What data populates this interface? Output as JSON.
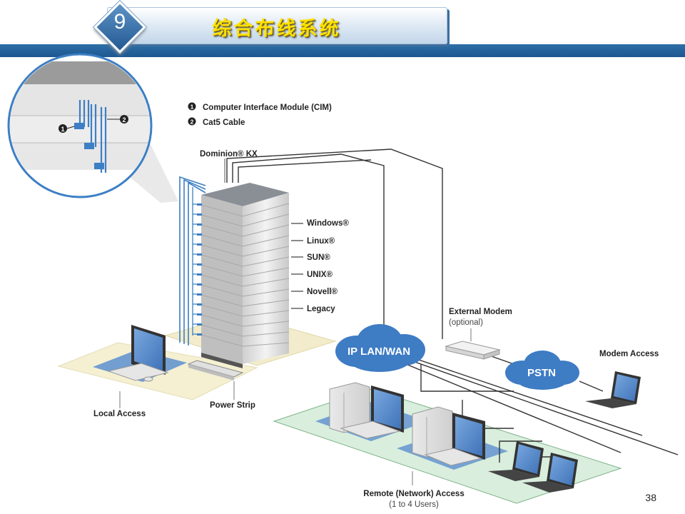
{
  "header": {
    "slide_number": "9",
    "title": "综合布线系统"
  },
  "page_number": "38",
  "legend": {
    "items": [
      {
        "marker": "1",
        "text": "Computer Interface Module (CIM)"
      },
      {
        "marker": "2",
        "text": "Cat5 Cable"
      }
    ]
  },
  "diagram": {
    "switch_label": "Dominion® KX",
    "os_list": [
      "Windows®",
      "Linux®",
      "SUN®",
      "UNIX®",
      "Novell®",
      "Legacy"
    ],
    "external_modem": {
      "name": "External Modem",
      "note": "(optional)"
    },
    "clouds": {
      "lan": "IP LAN/WAN",
      "pstn": "PSTN"
    },
    "modem_access": "Modem Access",
    "local_access": "Local Access",
    "power_strip": "Power Strip",
    "remote_access": {
      "name": "Remote (Network) Access",
      "note": "(1 to 4 Users)"
    }
  },
  "colors": {
    "header_band": "#1d5790",
    "title_text": "#ffe100",
    "cable_blue": "#3d7fc4",
    "screen_blue": "#5b8fd0",
    "cloud_blue": "#3e7cc4",
    "floor_tan": "#f5f0d2",
    "floor_green": "#d9eedd",
    "rack_grey": "#dcdcdc"
  },
  "icons": [
    "magnifier-callout",
    "server-rack",
    "monitor",
    "laptop",
    "cloud",
    "modem",
    "power-strip",
    "desktop-tower",
    "keyboard",
    "mouse"
  ]
}
